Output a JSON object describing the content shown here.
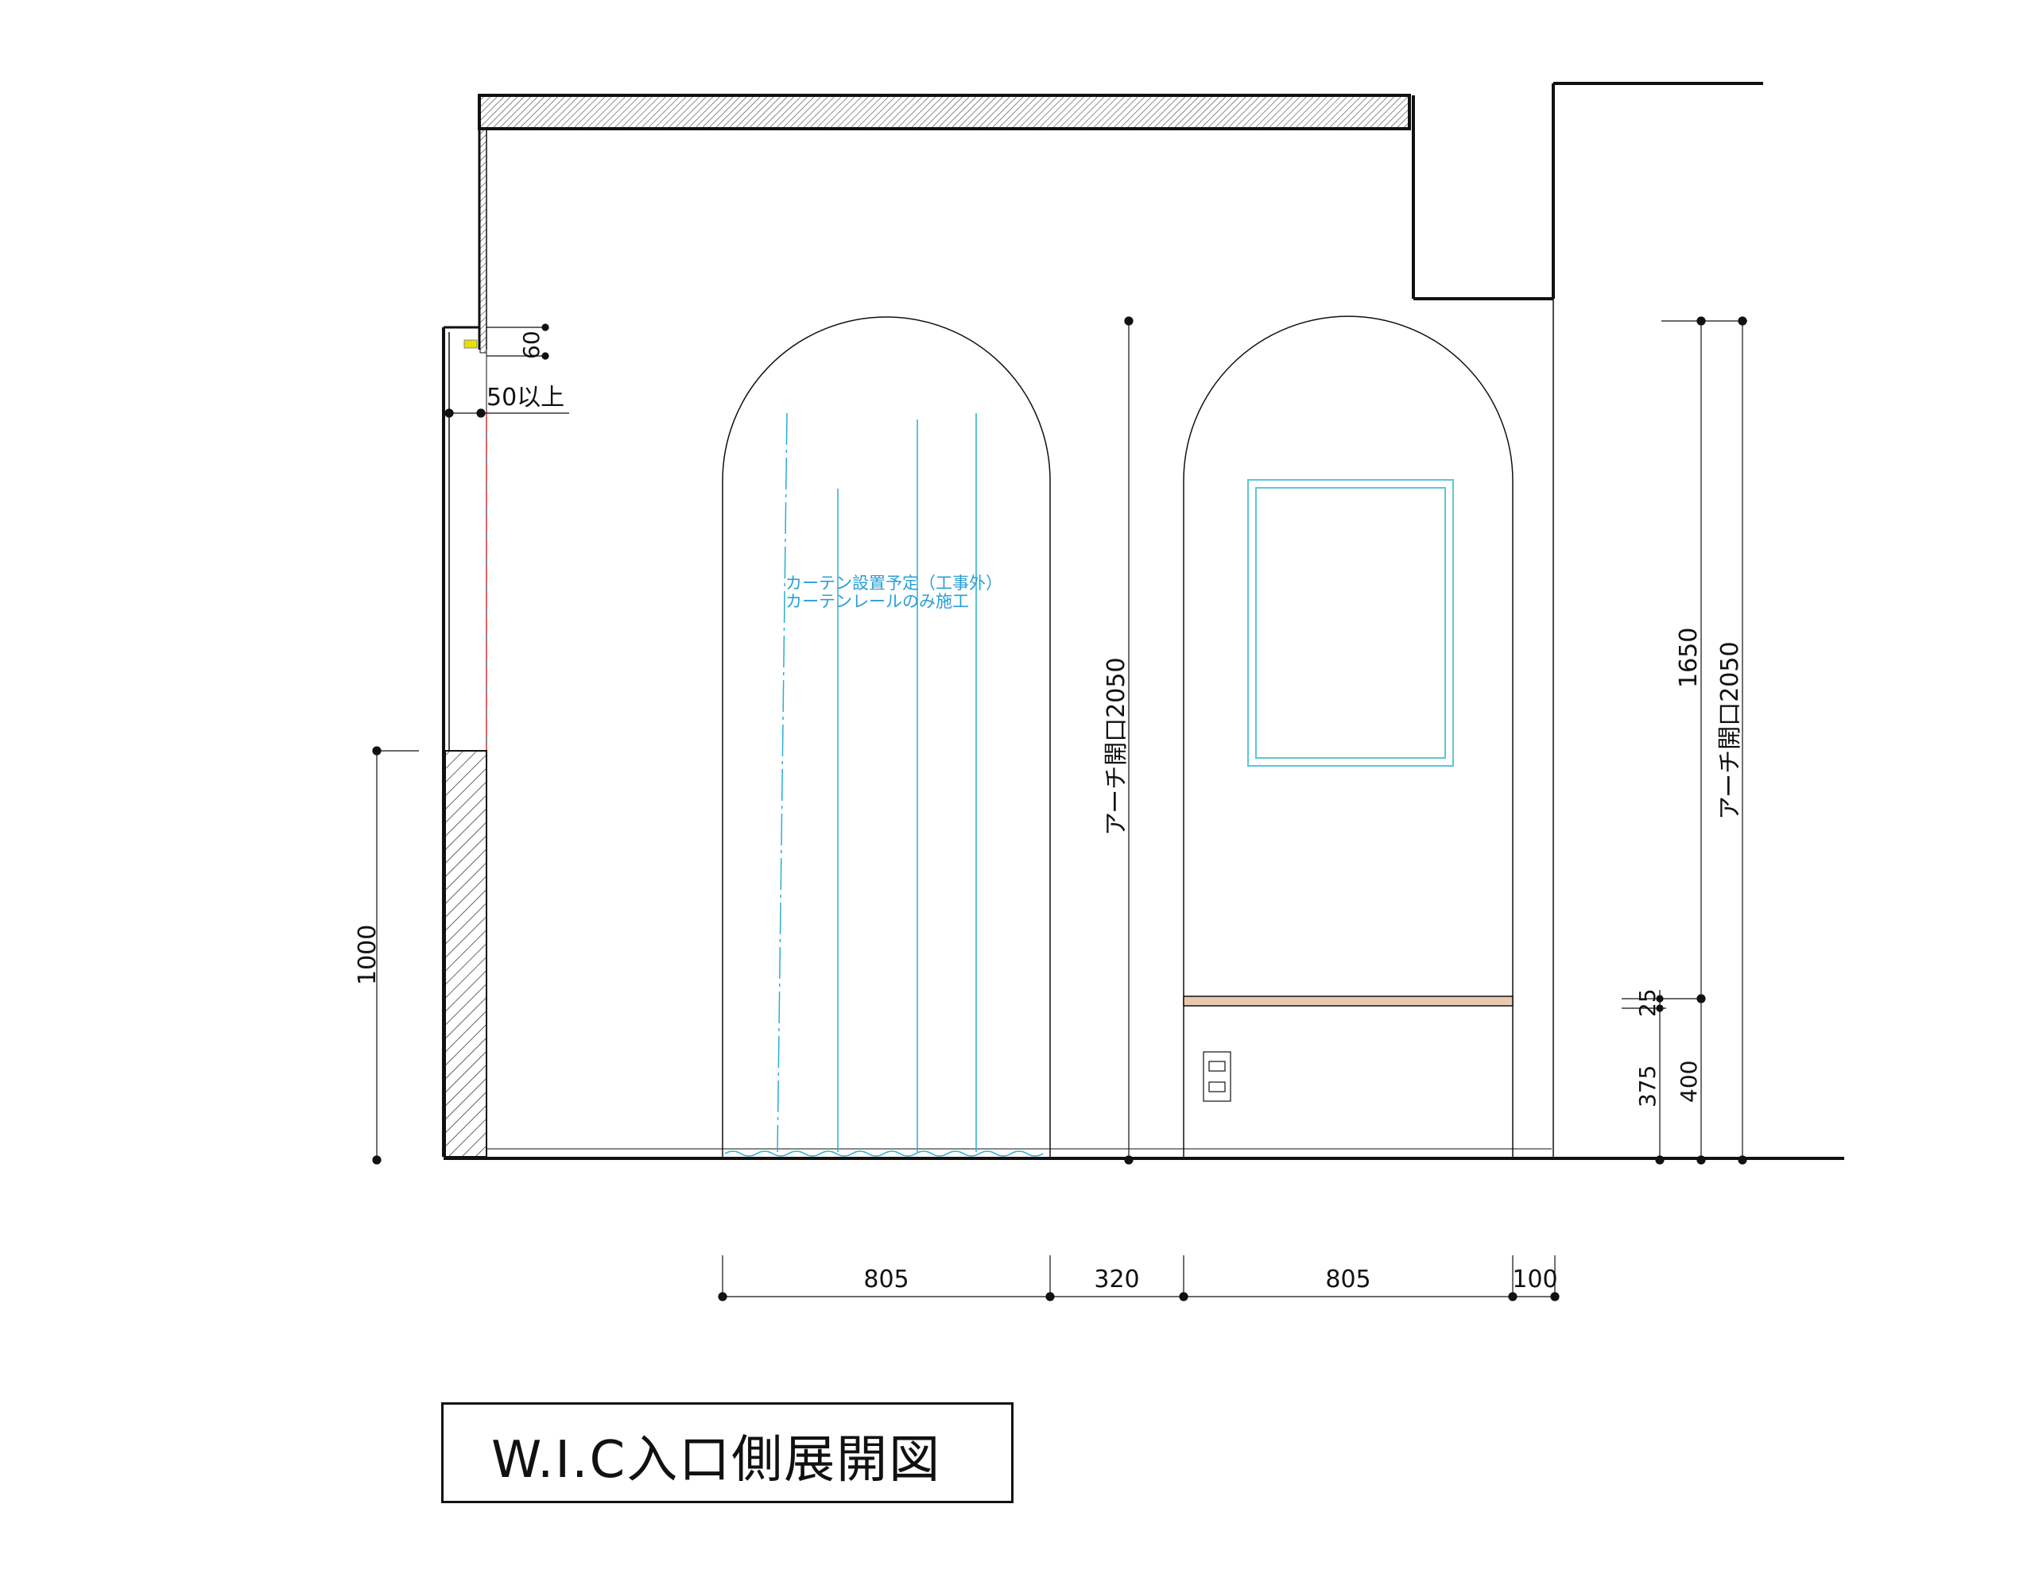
{
  "title": "W.I.C入口側展開図",
  "curtain_note": {
    "line1": "カーテン設置予定（工事外）",
    "line2": "カーテンレールのみ施工",
    "color": "#2a9fd6"
  },
  "dimensions": {
    "d60": "60",
    "d50": "50以上",
    "d1000": "1000",
    "arch_left": "アーチ開口2050",
    "arch_right": "アーチ開口2050",
    "d1650": "1650",
    "d25": "25",
    "d375": "375",
    "d400": "400",
    "bottom": [
      "805",
      "320",
      "805",
      "100"
    ]
  },
  "colors": {
    "line": "#111111",
    "cyan": "#2aaed0",
    "mirror": "#5cc6d8",
    "shelf": "#e8c9b0",
    "red": "#d03030",
    "yellow": "#e8e000"
  }
}
